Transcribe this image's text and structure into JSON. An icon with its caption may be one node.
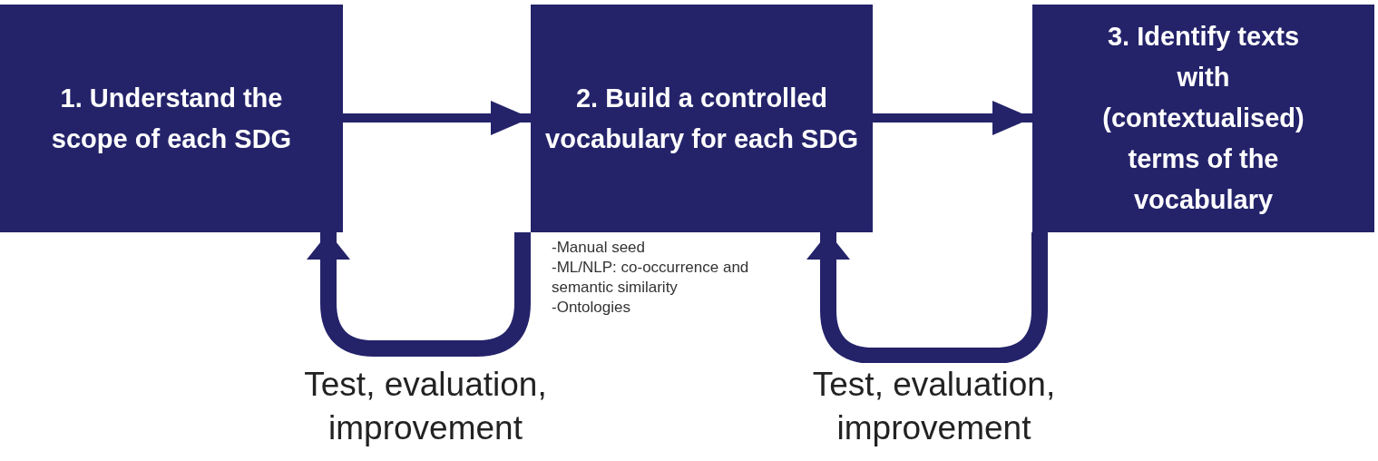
{
  "diagram": {
    "nodes": [
      {
        "text": [
          "1. Understand the scope of each SDG"
        ]
      },
      {
        "text": [
          "2. Build a controlled vocabulary for each SDG"
        ],
        "beside": [
          "-Manual seed",
          "-ML/NLP: co-occurrence and semantic similarity",
          "-Ontologies"
        ]
      },
      {
        "text": [
          "3. Identify texts with (contextualised) terms of the vocabulary"
        ]
      }
    ],
    "edges": [
      {
        "from": 0,
        "to": 1,
        "arrow": "to"
      },
      {
        "from": 1,
        "to": 2,
        "arrow": "to"
      },
      {
        "from": 1,
        "to": 0,
        "arrow": "to",
        "style": "thick",
        "label": "Test, evaluation, improvement"
      },
      {
        "from": 2,
        "to": 1,
        "arrow": "to",
        "style": "thick",
        "label": "Test, evaluation, improvement"
      }
    ]
  }
}
